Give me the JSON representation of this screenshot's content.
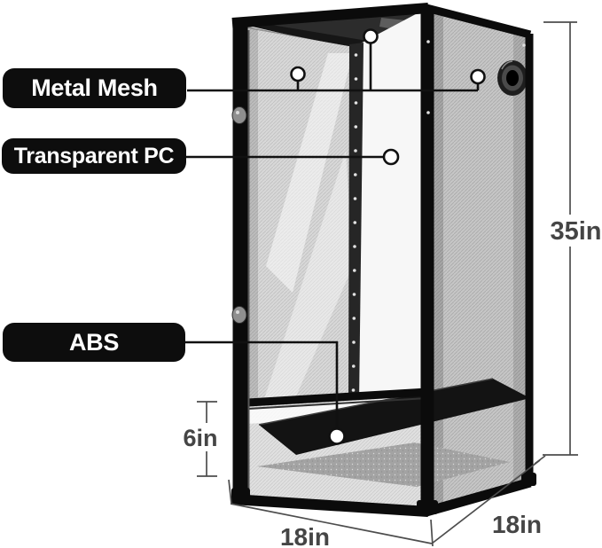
{
  "figure": {
    "type": "annotated-product-diagram",
    "subject": "mesh reptile terrarium enclosure",
    "background_color": "#ffffff",
    "callouts": [
      {
        "id": "metal-mesh",
        "label": "Metal Mesh"
      },
      {
        "id": "transparent-pc",
        "label": "Transparent PC"
      },
      {
        "id": "abs",
        "label": "ABS"
      }
    ],
    "dimensions": {
      "height": "35in",
      "base_height": "6in",
      "width": "18in",
      "depth": "18in"
    },
    "colors": {
      "pill_background": "#0d0d0d",
      "pill_text": "#ffffff",
      "callout_line": "#111111",
      "dimension_line": "#4d4d4d",
      "dimension_text": "#454545",
      "frame": "#0b0b0b",
      "mesh_light": "#d8d8d8",
      "mesh_right": "#c6c6c6",
      "tray": "#131313"
    }
  }
}
